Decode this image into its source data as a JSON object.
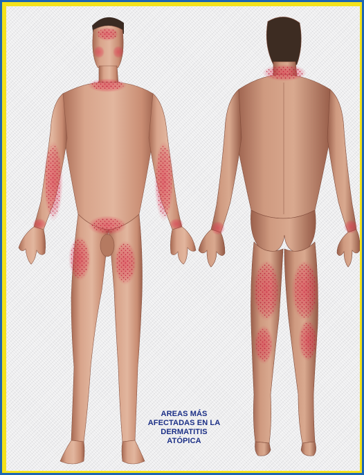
{
  "caption": {
    "line1": "AREAS MÁS",
    "line2": "AFECTADAS EN LA",
    "line3": "DERMATITIS",
    "line4": "ATÓPICA"
  },
  "colors": {
    "outer_border": "#1d66b4",
    "inner_border": "#f4e21b",
    "background": "#eeeeef",
    "skin": "#d9a58c",
    "skin_shadow": "#9c6450",
    "hair": "#3a2a22",
    "affected_area": "#e0304d",
    "caption_text": "#1b2f86"
  },
  "figures": {
    "front": {
      "name": "front-view-figure",
      "affected_areas": [
        "face",
        "neck",
        "forearm-left",
        "forearm-right",
        "wrist-left",
        "wrist-right",
        "groin",
        "thigh-left",
        "thigh-right"
      ]
    },
    "back": {
      "name": "back-view-figure",
      "affected_areas": [
        "nape",
        "wrist-left",
        "wrist-right",
        "back-of-thigh-left",
        "back-of-thigh-right",
        "back-of-knee-left",
        "back-of-knee-right"
      ]
    }
  }
}
